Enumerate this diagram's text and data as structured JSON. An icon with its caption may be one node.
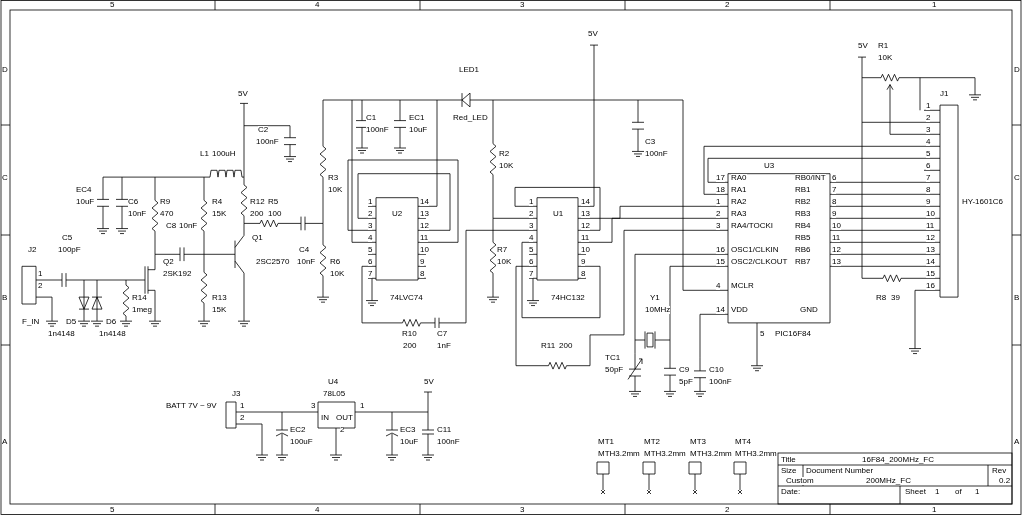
{
  "diagram": {
    "labels": [
      "5",
      "4",
      "3",
      "2",
      "1",
      "5V",
      "5V",
      "R1",
      "10K",
      "D",
      "LED1",
      "D",
      "5V",
      "J1",
      "1",
      "C1",
      "EC1",
      "Red_LED",
      "2",
      "C2",
      "100nF",
      "10uF",
      "3",
      "100nF",
      "C3",
      "4",
      "L1",
      "100uH",
      "R2",
      "100nF",
      "5",
      "10K",
      "U3",
      "6",
      "C",
      "R3",
      "17",
      "RA0",
      "RB0/INT",
      "6",
      "7",
      "C",
      "EC4",
      "10K",
      "18",
      "RA1",
      "RB1",
      "7",
      "8",
      "10uF",
      "C6",
      "R9",
      "R4",
      "R12",
      "R5",
      "1",
      "14",
      "1",
      "14",
      "1",
      "RA2",
      "RB2",
      "8",
      "9",
      "HY-1601C6",
      "10nF",
      "470",
      "15K",
      "200",
      "100",
      "2",
      "U2",
      "13",
      "2",
      "U1",
      "13",
      "2",
      "RA3",
      "RB3",
      "9",
      "10",
      "C8",
      "10nF",
      "3",
      "12",
      "3",
      "12",
      "3",
      "RA4/TOCKI",
      "RB4",
      "10",
      "11",
      "C5",
      "Q1",
      "4",
      "11",
      "4",
      "11",
      "RB5",
      "11",
      "12",
      "J2",
      "100pF",
      "C4",
      "5",
      "10",
      "R7",
      "5",
      "10",
      "16",
      "OSC1/CLKIN",
      "RB6",
      "12",
      "13",
      "Q2",
      "2SC2570",
      "10nF",
      "R6",
      "6",
      "9",
      "10K",
      "6",
      "9",
      "15",
      "OSC2/CLKOUT",
      "RB7",
      "13",
      "14",
      "1",
      "2SK192",
      "10K",
      "7",
      "8",
      "7",
      "8",
      "15",
      "2",
      "4",
      "MCLR",
      "16",
      "B",
      "R14",
      "R13",
      "74LVC74",
      "74HC132",
      "Y1",
      "R8",
      "39",
      "B",
      "1meg",
      "15K",
      "10MHz",
      "14",
      "VDD",
      "GND",
      "F_IN",
      "D5",
      "D6",
      "1n4148",
      "1n4148",
      "R10",
      "C7",
      "5",
      "PIC16F84",
      "200",
      "1nF",
      "R11",
      "200",
      "TC1",
      "50pF",
      "C9",
      "C10",
      "U4",
      "5V",
      "5pF",
      "100nF",
      "J3",
      "78L05",
      "BATT 7V ~ 9V",
      "1",
      "3",
      "1",
      "2",
      "IN",
      "OUT",
      "EC2",
      "2",
      "EC3",
      "C11",
      "A",
      "100uF",
      "10uF",
      "100nF",
      "MT1",
      "MT2",
      "MT3",
      "MT4",
      "A",
      "MTH3.2mm",
      "MTH3.2mm",
      "MTH3.2mm",
      "MTH3.2mm",
      "Title",
      "16F84_200MHz_FC",
      "Size",
      "Document Number",
      "Rev",
      "Custom",
      "200MHz_FC",
      "0.2",
      "Date:",
      "Sheet",
      "1",
      "of",
      "1",
      "5",
      "4",
      "3",
      "2",
      "1"
    ]
  }
}
